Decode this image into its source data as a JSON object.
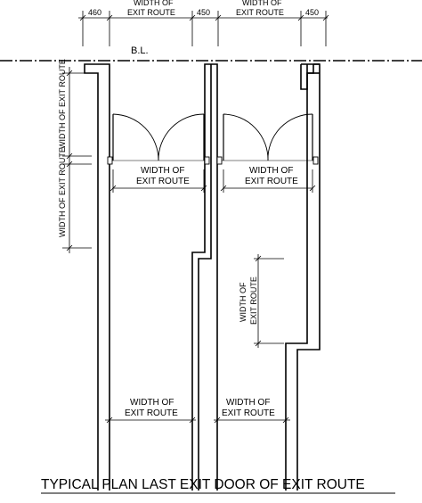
{
  "top_dims": {
    "left_offset": "460",
    "right_offset": "450",
    "width_line1": "WIDTH OF",
    "width_line2": "EXIT ROUTE"
  },
  "building_line_label": "B.L.",
  "exit_route_label": {
    "line1": "WIDTH OF",
    "line2": "EXIT ROUTE"
  },
  "vertical_label": "WIDTH OF EXIT ROUTE",
  "title": "TYPICAL PLAN LAST EXIT DOOR OF EXIT ROUTE"
}
